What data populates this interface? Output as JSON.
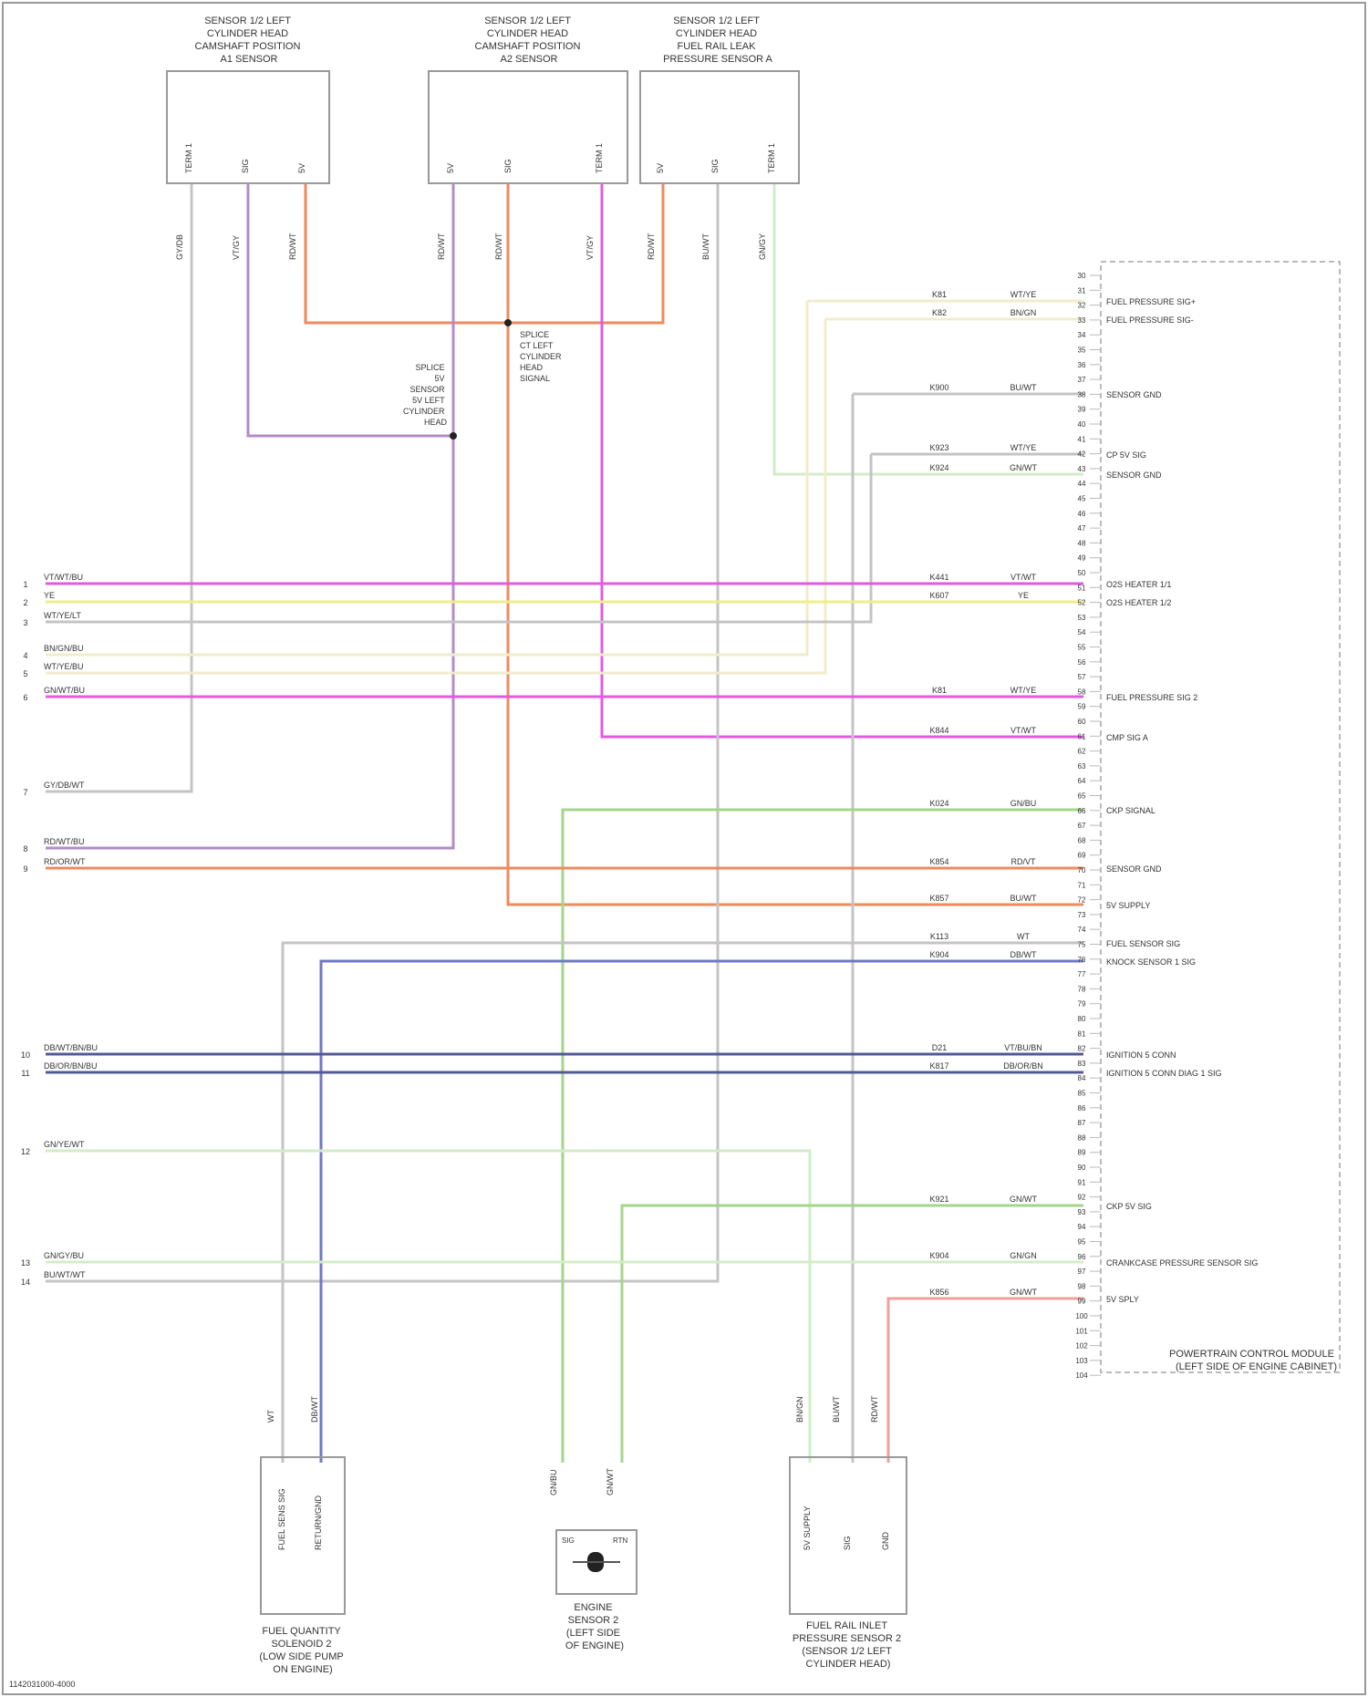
{
  "top_components": [
    {
      "title_lines": [
        "SENSOR 1/2 LEFT",
        "CYLINDER HEAD",
        "CAMSHAFT POSITION",
        "A1 SENSOR"
      ],
      "pins": [
        "TERM 1",
        "SIG",
        "5V"
      ],
      "wire_labels": [
        "GY/DB",
        "VT/GY",
        "RD/WT"
      ]
    },
    {
      "title_lines": [
        "SENSOR 1/2 LEFT",
        "CYLINDER HEAD",
        "CAMSHAFT POSITION",
        "A2 SENSOR"
      ],
      "pins": [
        "5V",
        "SIG",
        "TERM 1"
      ],
      "wire_labels": [
        "RD/WT",
        "RD/WT",
        "VT/GY"
      ]
    },
    {
      "title_lines": [
        "SENSOR 1/2 LEFT",
        "CYLINDER HEAD",
        "FUEL RAIL LEAK",
        "PRESSURE SENSOR A"
      ],
      "pins": [
        "5V",
        "SIG",
        "TERM 1"
      ],
      "wire_labels": [
        "RD/WT",
        "BU/WT",
        "GN/GY"
      ]
    }
  ],
  "splices": [
    {
      "label_lines": [
        "SPLICE",
        "5V",
        "SENSOR",
        "5V LEFT",
        "CYLINDER",
        "HEAD"
      ]
    },
    {
      "label_lines": [
        "SPLICE",
        "CT LEFT",
        "CYLINDER",
        "HEAD",
        "SIGNAL"
      ]
    }
  ],
  "pcm": {
    "title_lines": [
      "POWERTRAIN CONTROL MODULE",
      "(LEFT SIDE OF ENGINE CABINET)"
    ],
    "pins": [
      "30",
      "31",
      "32",
      "33",
      "34",
      "35",
      "36",
      "37",
      "38",
      "39",
      "40",
      "41",
      "42",
      "43",
      "44",
      "45",
      "46",
      "47",
      "48",
      "49",
      "50",
      "51",
      "52",
      "53",
      "54",
      "55",
      "56",
      "57",
      "58",
      "59",
      "60",
      "61",
      "62",
      "63",
      "64",
      "65",
      "66",
      "67",
      "68",
      "69",
      "70",
      "71",
      "72",
      "73",
      "74",
      "75",
      "76",
      "77",
      "78",
      "79",
      "80",
      "81",
      "82",
      "83",
      "84",
      "85",
      "86",
      "87",
      "88",
      "89",
      "90",
      "91",
      "92",
      "93",
      "94",
      "95",
      "96",
      "97",
      "98",
      "99",
      "100",
      "101",
      "102",
      "103",
      "104"
    ],
    "signals": [
      {
        "circuit": "K81",
        "color": "WT/YE",
        "name": "FUEL PRESSURE SIG+"
      },
      {
        "circuit": "K82",
        "color": "BN/GN",
        "name": "FUEL PRESSURE SIG-"
      },
      {
        "circuit": "K900",
        "color": "BU/WT",
        "name": "SENSOR GND"
      },
      {
        "circuit": "K923",
        "color": "WT/YE",
        "name": "CP 5V SIG"
      },
      {
        "circuit": "K924",
        "color": "GN/WT",
        "name": "SENSOR GND"
      },
      {
        "circuit": "K441",
        "color": "VT/WT",
        "name": "O2S HEATER 1/1"
      },
      {
        "circuit": "K607",
        "color": "YE",
        "name": "O2S HEATER 1/2"
      },
      {
        "circuit": "K81",
        "color": "WT/YE",
        "name": "FUEL PRESSURE SIG 2"
      },
      {
        "circuit": "K844",
        "color": "VT/WT",
        "name": "CMP SIG A"
      },
      {
        "circuit": "K024",
        "color": "GN/BU",
        "name": "CKP SIGNAL"
      },
      {
        "circuit": "K854",
        "color": "RD/VT",
        "name": "SENSOR GND"
      },
      {
        "circuit": "K857",
        "color": "BU/WT",
        "name": "5V SUPPLY"
      },
      {
        "circuit": "K113",
        "color": "WT",
        "name": "FUEL SENSOR SIG"
      },
      {
        "circuit": "K904",
        "color": "DB/WT",
        "name": "KNOCK SENSOR 1 SIG"
      },
      {
        "circuit": "D21",
        "color": "VT/BU/BN",
        "name": "IGNITION 5 CONN"
      },
      {
        "circuit": "K817",
        "color": "DB/OR/BN",
        "name": "IGNITION 5 CONN DIAG 1 SIG"
      },
      {
        "circuit": "K921",
        "color": "GN/WT",
        "name": "CKP 5V SIG"
      },
      {
        "circuit": "K904",
        "color": "GN/GN",
        "name": "CRANKCASE PRESSURE SENSOR SIG"
      },
      {
        "circuit": "K856",
        "color": "GN/WT",
        "name": "5V SPLY"
      }
    ]
  },
  "left_connector": {
    "pins": [
      "1",
      "2",
      "3",
      "4",
      "5",
      "6",
      "7",
      "8",
      "9",
      "10",
      "11",
      "12",
      "13",
      "14"
    ],
    "wires": [
      "VT/WT/BU",
      "YE",
      "WT/YE/LT",
      "BN/GN/BU",
      "WT/YE/BU",
      "GN/WT/BU",
      "GY/DB/WT",
      "RD/WT/BU",
      "RD/OR/WT",
      "DB/WT/BN/BU",
      "DB/OR/BN/BU",
      "GN/YE/WT",
      "GN/GY/BU",
      "BU/WT/WT"
    ]
  },
  "bottom_components": [
    {
      "title_lines": [
        "FUEL QUANTITY",
        "SOLENOID 2",
        "(LOW SIDE PUMP",
        "ON ENGINE)"
      ],
      "pins": [
        "FUEL SENS SIG",
        "RETURN/GND"
      ],
      "wire_labels": [
        "WT",
        "DB/WT"
      ]
    },
    {
      "title_lines": [
        "ENGINE",
        "SENSOR 2",
        "(LEFT SIDE",
        "OF ENGINE)"
      ],
      "pins": [
        "SIG",
        "RTN"
      ],
      "wire_labels": [
        "GN/BU",
        "GN/WT"
      ]
    },
    {
      "title_lines": [
        "FUEL RAIL INLET",
        "PRESSURE SENSOR 2",
        "(SENSOR 1/2 LEFT",
        "CYLINDER HEAD)"
      ],
      "pins": [
        "5V SUPPLY",
        "SIG",
        "GND"
      ],
      "wire_labels": [
        "BN/GN",
        "BU/WT",
        "RD/WT"
      ]
    }
  ],
  "footer": {
    "image_id": "1142031000-4000"
  },
  "colors": {
    "orange": "#ee8a5e",
    "violet": "#b38bc9",
    "magenta": "#e05be0",
    "yellow": "#eeee8c",
    "gray": "#c4c4c4",
    "green": "#a4d68a",
    "blue": "#6f79c4",
    "navy": "#525a94",
    "red": "#f0a09a",
    "lightgreen": "#d3ecc8",
    "paleyellow": "#f0eccc"
  }
}
